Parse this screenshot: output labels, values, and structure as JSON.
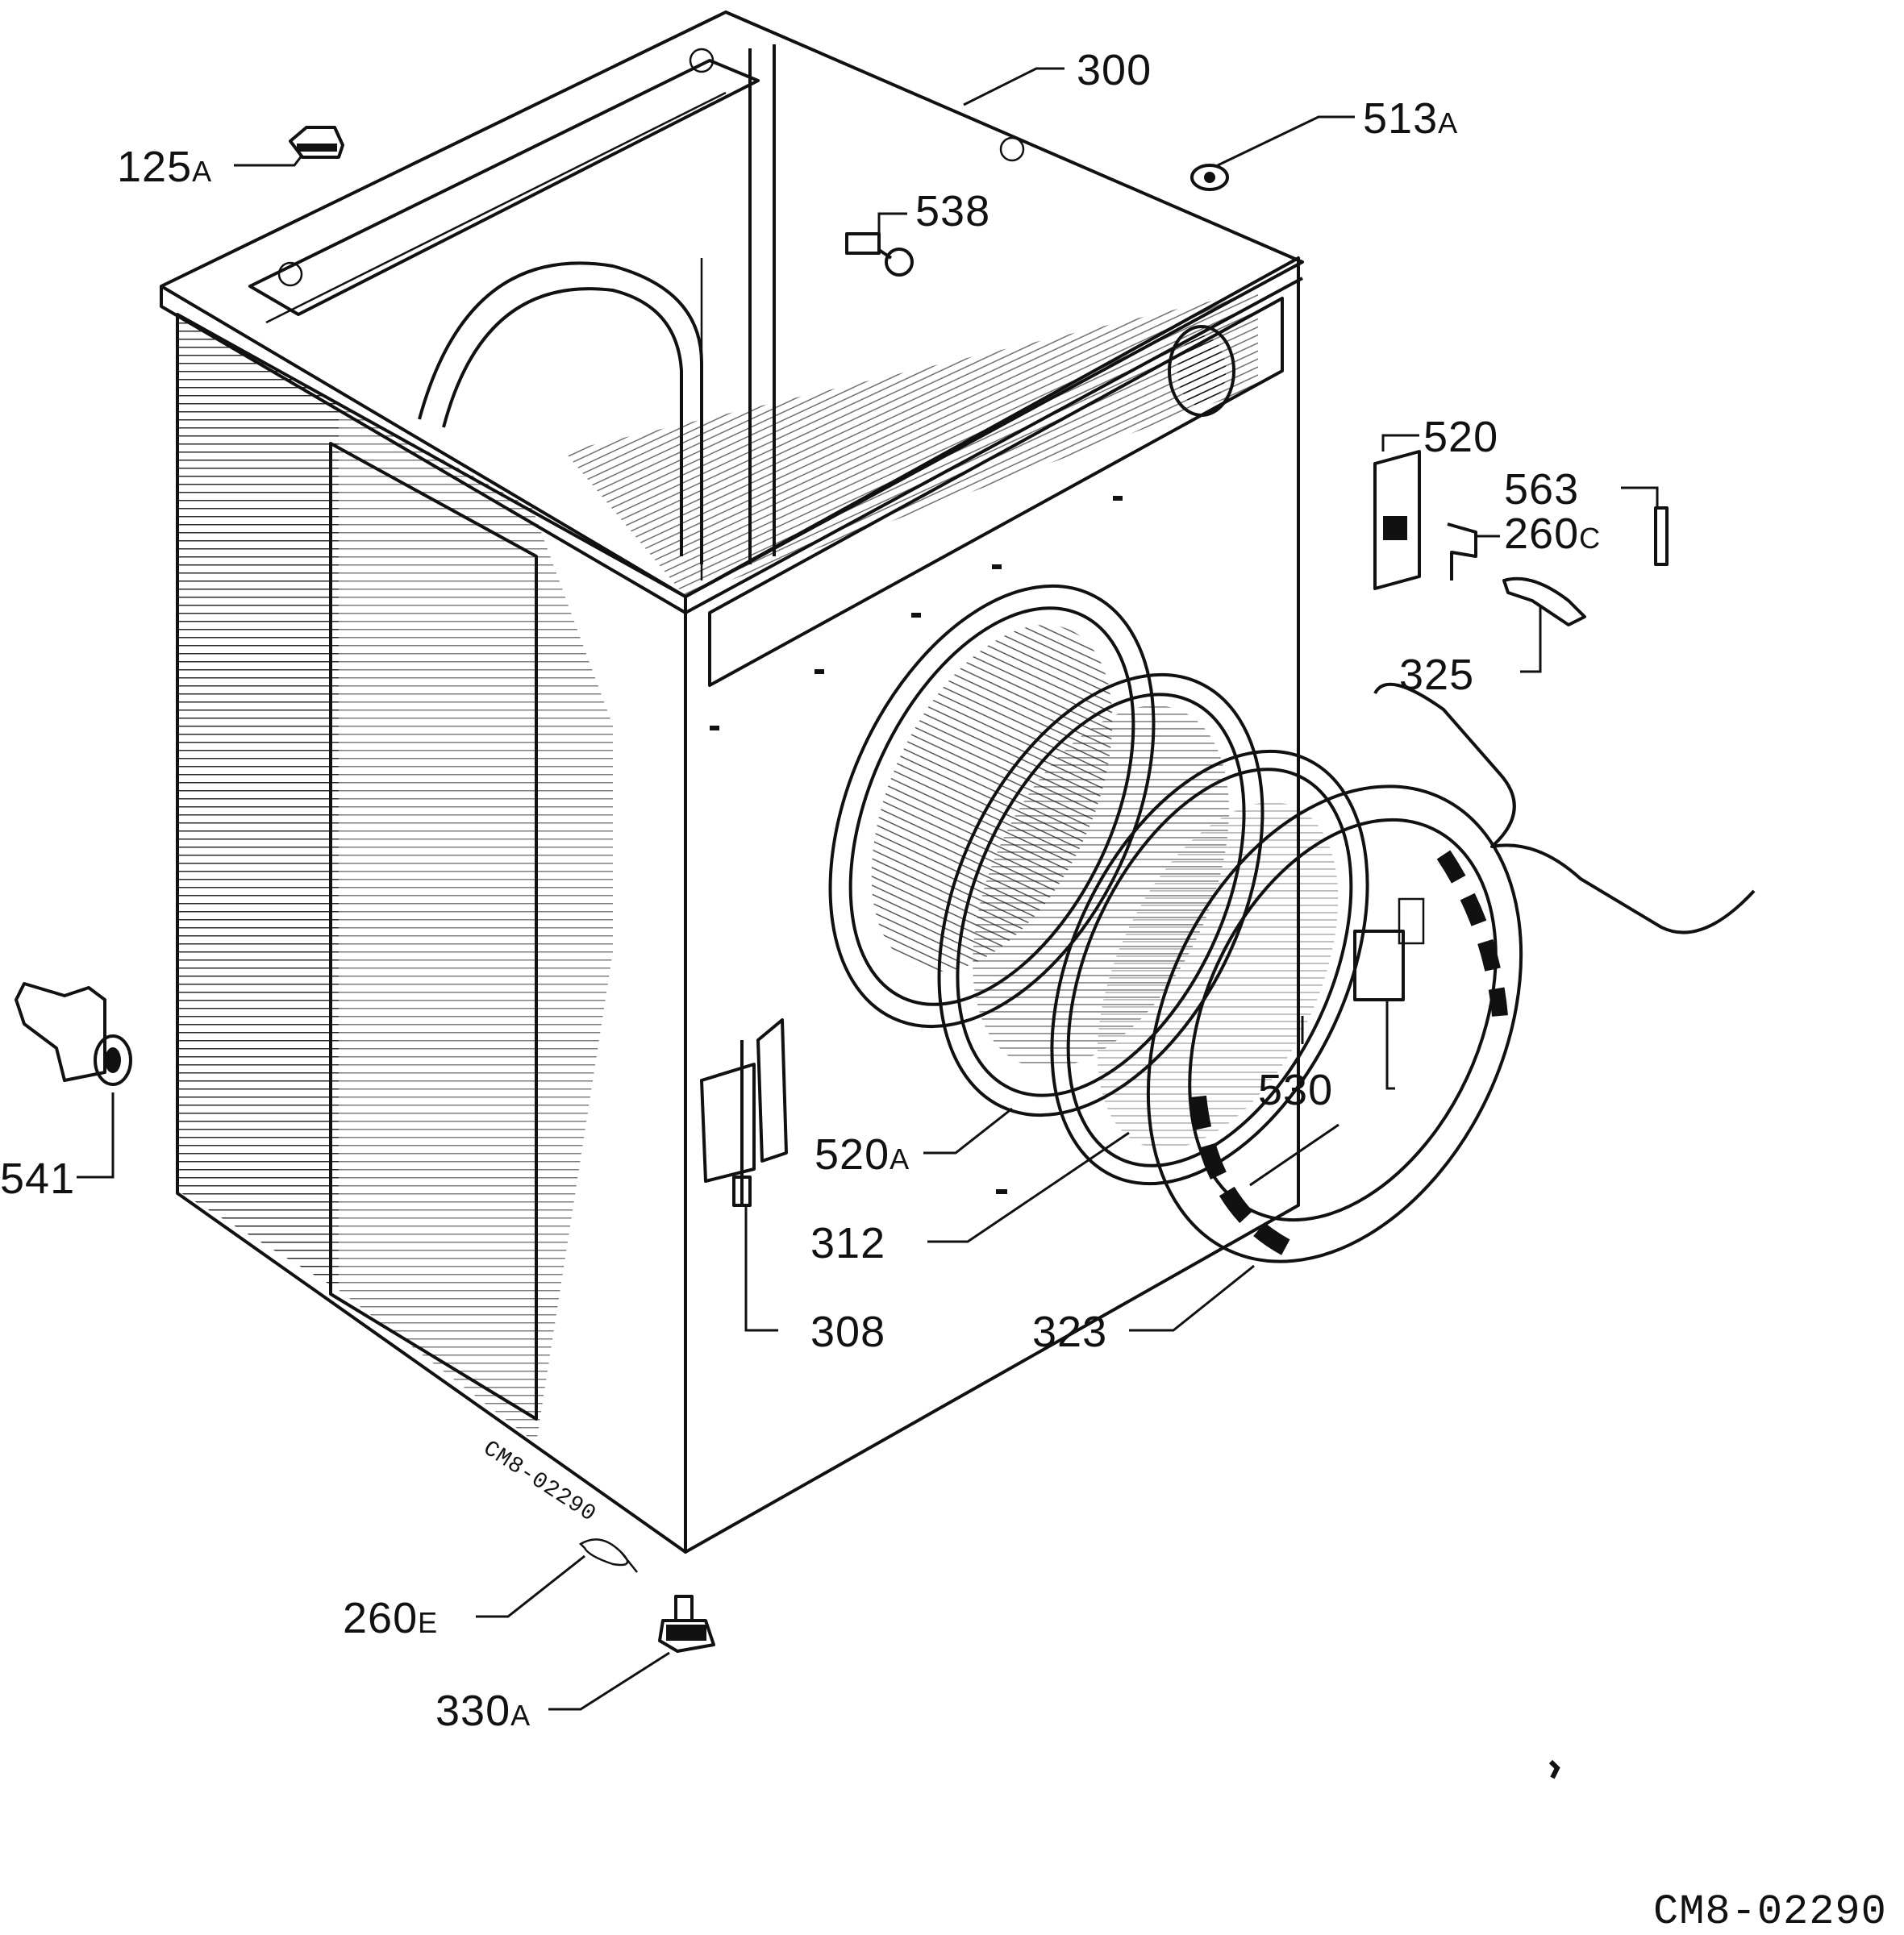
{
  "diagram": {
    "drawing_code": "CM8-02290",
    "cabinet_stamp": "CM8-02290",
    "callouts": [
      {
        "id": "300",
        "text": "300",
        "suffix": ""
      },
      {
        "id": "513a",
        "text": "513",
        "suffix": "A"
      },
      {
        "id": "125a",
        "text": "125",
        "suffix": "A"
      },
      {
        "id": "538",
        "text": "538",
        "suffix": ""
      },
      {
        "id": "520",
        "text": "520",
        "suffix": ""
      },
      {
        "id": "563",
        "text": "563",
        "suffix": ""
      },
      {
        "id": "260c",
        "text": "260",
        "suffix": "C"
      },
      {
        "id": "325",
        "text": "325",
        "suffix": ""
      },
      {
        "id": "530",
        "text": "530",
        "suffix": ""
      },
      {
        "id": "520a",
        "text": "520",
        "suffix": "A"
      },
      {
        "id": "312",
        "text": "312",
        "suffix": ""
      },
      {
        "id": "308",
        "text": "308",
        "suffix": ""
      },
      {
        "id": "323",
        "text": "323",
        "suffix": ""
      },
      {
        "id": "541",
        "text": "541",
        "suffix": ""
      },
      {
        "id": "260e",
        "text": "260",
        "suffix": "E"
      },
      {
        "id": "330a",
        "text": "330",
        "suffix": "A"
      }
    ]
  }
}
